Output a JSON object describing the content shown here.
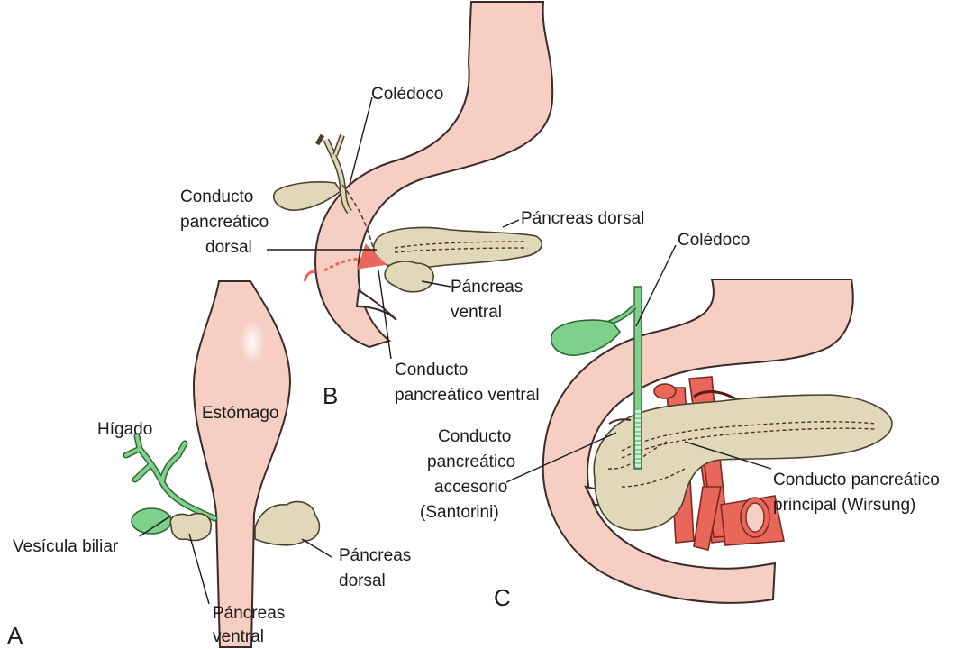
{
  "panels": {
    "a": "A",
    "b": "B",
    "c": "C"
  },
  "labels_a": {
    "higado": "Hígado",
    "estomago": "Estómago",
    "vesicula": "Vesícula biliar",
    "pancreas_dorsal_1": "Páncreas",
    "pancreas_dorsal_2": "dorsal",
    "pancreas_ventral_1": "Páncreas",
    "pancreas_ventral_2": "ventral"
  },
  "labels_b": {
    "coledoco": "Colédoco",
    "cpd_1": "Conducto",
    "cpd_2": "pancreático",
    "cpd_3": "dorsal",
    "pancreas_dorsal": "Páncreas dorsal",
    "pancreas_ventral_1": "Páncreas",
    "pancreas_ventral_2": "ventral",
    "cpv_1": "Conducto",
    "cpv_2": "pancreático ventral"
  },
  "labels_c": {
    "coledoco": "Colédoco",
    "acc_1": "Conducto",
    "acc_2": "pancreático",
    "acc_3": "accesorio",
    "acc_4": "(Santorini)",
    "main_1": "Conducto pancreático",
    "main_2": "principal (Wirsung)"
  },
  "colors": {
    "stomach": "#f6cfc2",
    "pancreas": "#e0d8b8",
    "biliary": "#7fd08a",
    "vessels": "#e8675a",
    "rotation_arrow": "#e8675a"
  }
}
